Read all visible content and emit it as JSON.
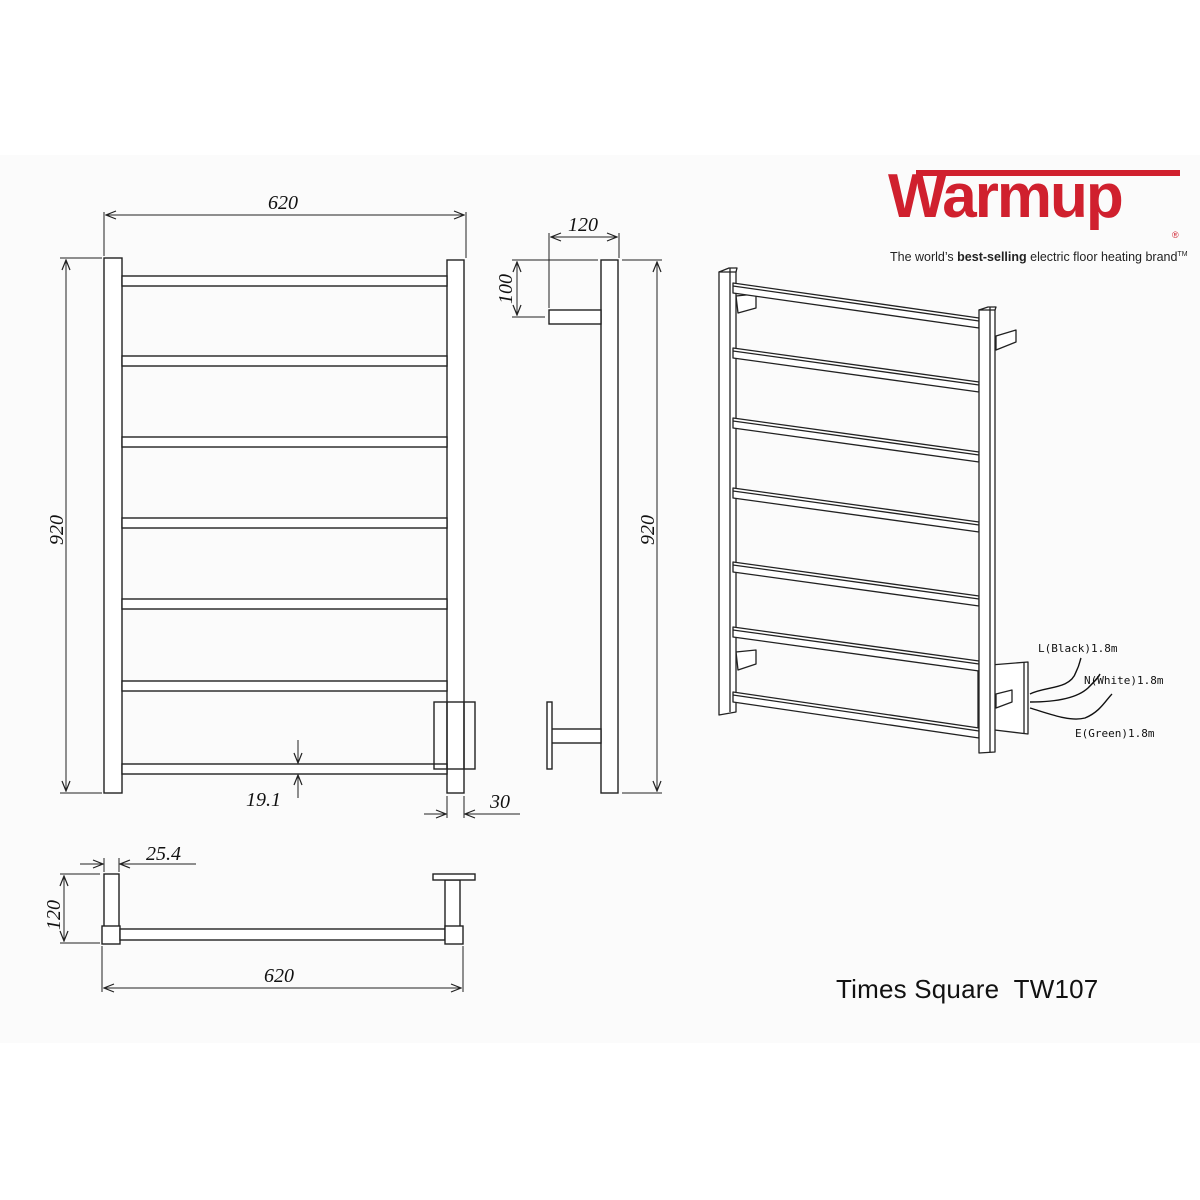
{
  "brand": {
    "name": "Warmup",
    "registered_mark": "®",
    "tagline_prefix": "The world’s ",
    "tagline_bold": "best-selling",
    "tagline_suffix": " electric floor heating brand",
    "tagline_tm": "TM",
    "color": "#d0202e"
  },
  "product": {
    "title": "Times Square  TW107"
  },
  "front_view": {
    "width_label": "620",
    "height_label": "920",
    "bar_thickness_label": "19.1",
    "post_width_label": "30",
    "rail_count": 7
  },
  "side_view": {
    "depth_label": "120",
    "bracket_height_label": "100",
    "height_label": "920"
  },
  "top_view": {
    "post_size_label": "25.4",
    "depth_label": "120",
    "width_label": "620"
  },
  "isometric_view": {
    "rail_count": 7,
    "wires": [
      {
        "label": "L(Black)1.8m"
      },
      {
        "label": "N(White)1.8m"
      },
      {
        "label": "E(Green)1.8m"
      }
    ]
  }
}
